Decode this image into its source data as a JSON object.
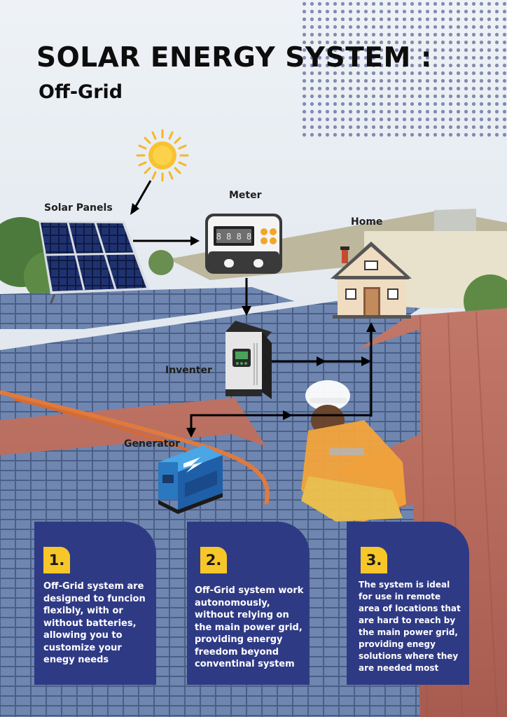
{
  "header": {
    "title": "SOLAR ENERGY SYSTEM :",
    "subtitle": "Off-Grid"
  },
  "diagram": {
    "nodes": {
      "solar_panels": "Solar Panels",
      "meter": "Meter",
      "home": "Home",
      "inverter": "Inventer",
      "generator": "Generator"
    },
    "meter_display": "8 8 8 8"
  },
  "cards": [
    {
      "number": "1.",
      "text": "Off-Grid system are designed to funcion flexibly, with or without batteries, allowing you to customize your enegy needs"
    },
    {
      "number": "2.",
      "text": "Off-Grid system work autonomously, without relying on the main power grid, providing energy freedom beyond conventinal system"
    },
    {
      "number": "3.",
      "text": "The system is ideal for use in remote area of locations that are hard to reach by the main power grid, providing enegy solutions where they are needed most"
    }
  ],
  "colors": {
    "card_bg": "#2f3a85",
    "badge": "#f7c72a",
    "roof": "#b5685a",
    "sky": "#e3e9ef"
  }
}
